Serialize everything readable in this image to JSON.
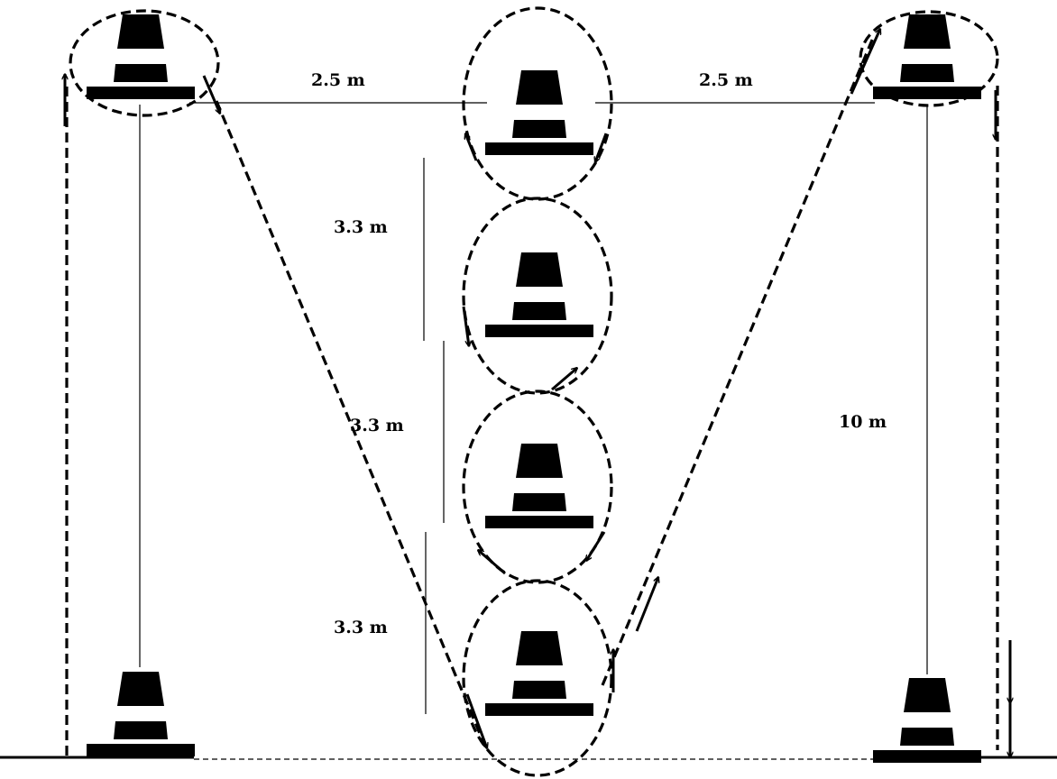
{
  "labels": {
    "top_left_distance": "2.5 m",
    "top_right_distance": "2.5 m",
    "segment_1": "3.3 m",
    "segment_2": "3.3 m",
    "segment_3": "3.3 m",
    "total_length": "10 m"
  }
}
